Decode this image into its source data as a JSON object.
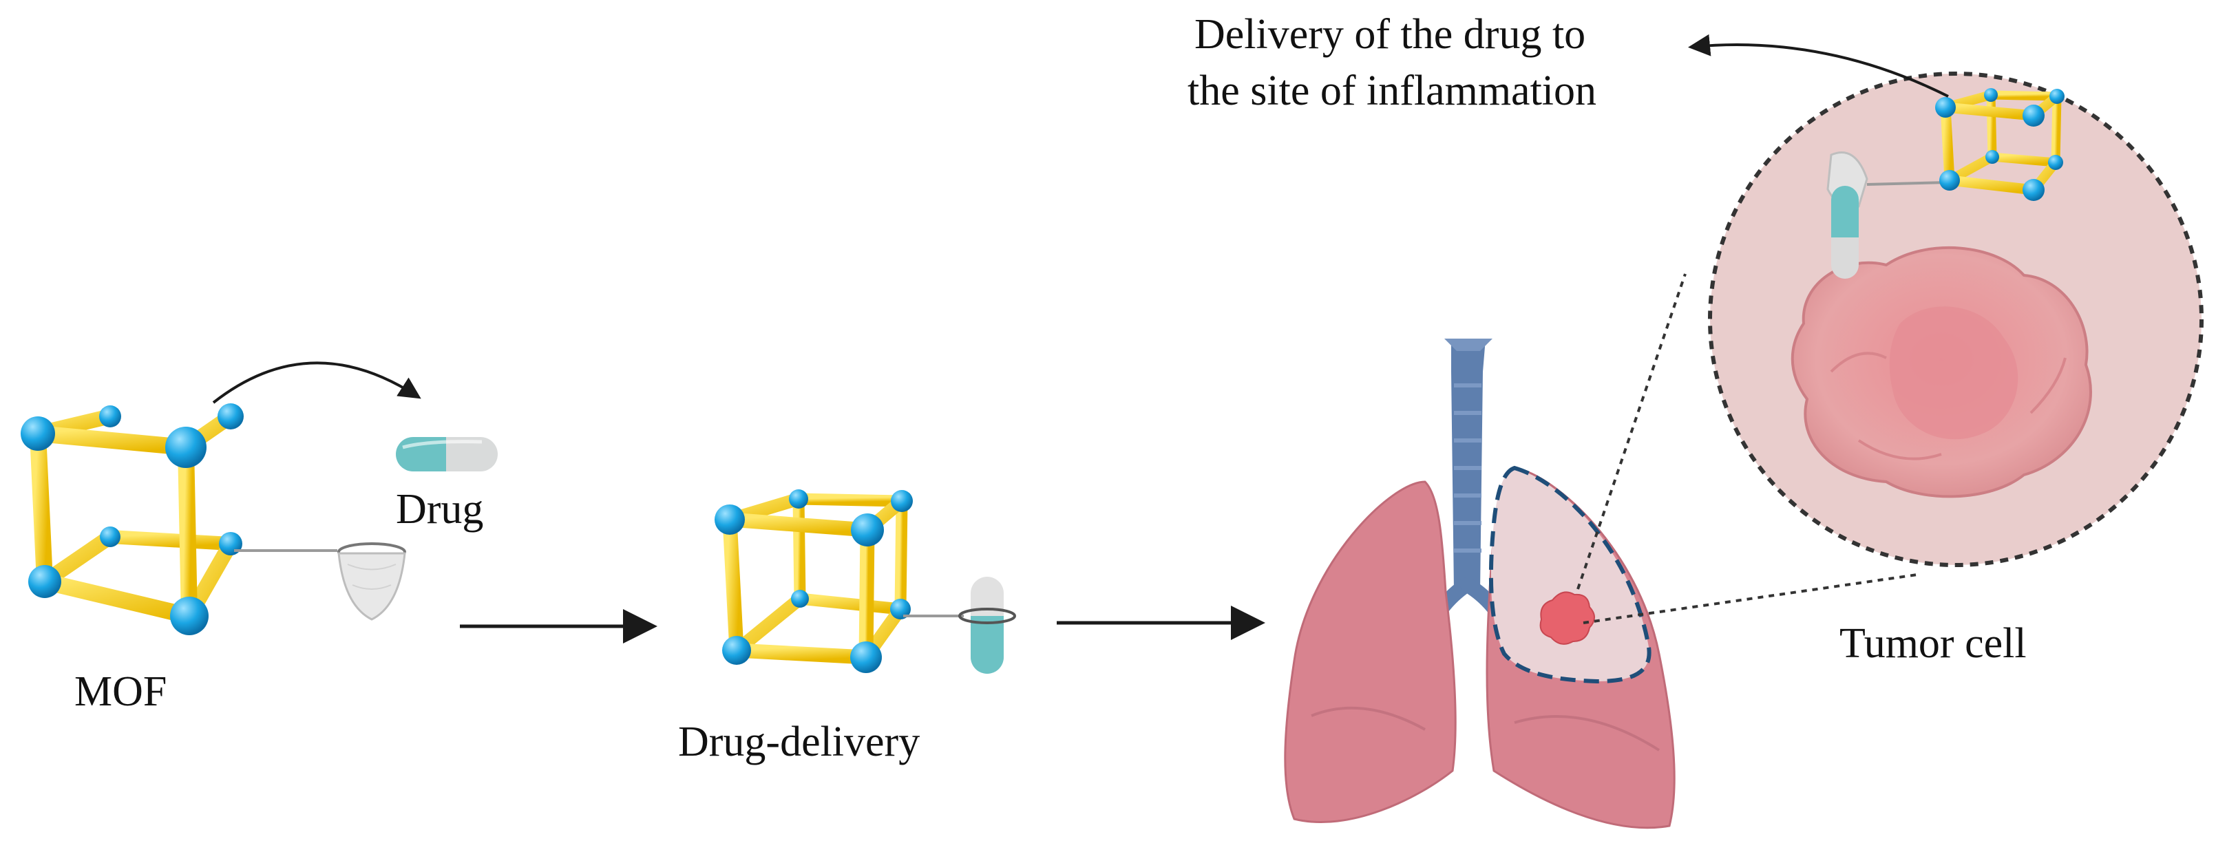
{
  "labels": {
    "mof": "MOF",
    "drug": "Drug",
    "drug_delivery": "Drug-delivery",
    "tumor_cell": "Tumor cell",
    "delivery_line1": "Delivery of the drug to",
    "delivery_line2": "the site of inflammation"
  },
  "colors": {
    "rod": "#F2CF1D",
    "node": "#1BA6E4",
    "capsule_teal": "#6CC2C4",
    "capsule_grey": "#D9DBDB",
    "lung": "#D8838F",
    "trachea": "#5E7FAE",
    "tumor": "#E7626C",
    "zoom_fill": "#E9CDCC",
    "dashed_outline": "#1F4E79",
    "arrow": "#1a1a1a"
  }
}
